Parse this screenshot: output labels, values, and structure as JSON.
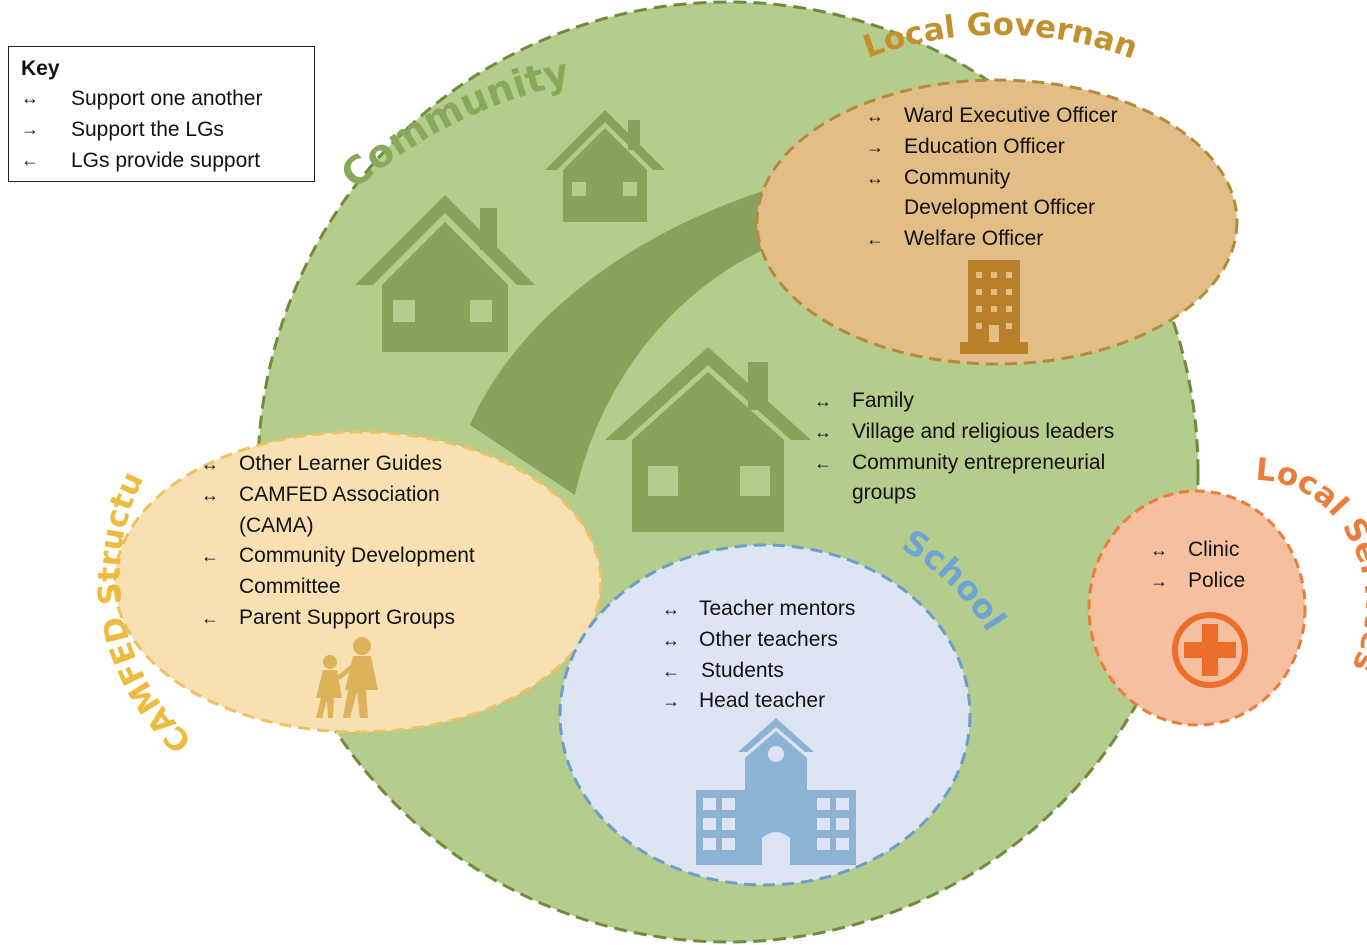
{
  "key": {
    "title": "Key",
    "items": [
      {
        "symbol": "↔",
        "label": "Support one another"
      },
      {
        "symbol": "→",
        "label": "Support the LGs"
      },
      {
        "symbol": "←",
        "label": "LGs provide support"
      }
    ]
  },
  "community": {
    "title": "Community",
    "items": [
      {
        "symbol": "↔",
        "lines": [
          "Family"
        ]
      },
      {
        "symbol": "↔",
        "lines": [
          "Village and religious leaders"
        ]
      },
      {
        "symbol": "←",
        "lines": [
          "Community entrepreneurial",
          "groups"
        ]
      }
    ]
  },
  "local_governance": {
    "title": "Local Governance",
    "items": [
      {
        "symbol": "↔",
        "lines": [
          "Ward Executive Officer"
        ]
      },
      {
        "symbol": "→",
        "lines": [
          "Education Officer"
        ]
      },
      {
        "symbol": "↔",
        "lines": [
          "Community",
          "Development Officer"
        ]
      },
      {
        "symbol": "←",
        "lines": [
          "Welfare Officer"
        ]
      }
    ]
  },
  "camfed_structures": {
    "title": "CAMFED Structures",
    "items": [
      {
        "symbol": "↔",
        "lines": [
          "Other Learner Guides"
        ]
      },
      {
        "symbol": "↔",
        "lines": [
          "CAMFED Association",
          "(CAMA)"
        ]
      },
      {
        "symbol": "←",
        "lines": [
          "Community Development",
          "Committee"
        ]
      },
      {
        "symbol": "←",
        "lines": [
          "Parent Support Groups"
        ]
      }
    ]
  },
  "school": {
    "title": "School",
    "items": [
      {
        "symbol": "↔",
        "lines": [
          "Teacher mentors"
        ]
      },
      {
        "symbol": "↔",
        "lines": [
          "Other teachers"
        ]
      },
      {
        "symbol": "←",
        "lines": [
          "Students"
        ]
      },
      {
        "symbol": "→",
        "lines": [
          "Head teacher"
        ]
      }
    ]
  },
  "local_services": {
    "title": "Local Services",
    "items": [
      {
        "symbol": "↔",
        "lines": [
          "Clinic"
        ]
      },
      {
        "symbol": "→",
        "lines": [
          "Police"
        ]
      }
    ]
  },
  "icons": [
    "house-icon",
    "road-icon",
    "office-building-icon",
    "school-building-icon",
    "family-walking-icon",
    "medical-cross-icon"
  ],
  "colors": {
    "community_fill": "#b4cc8c",
    "community_border": "#6e8c3c",
    "community_dark": "#88a25c",
    "community_title": "#88a95a",
    "governance_fill": "#e2bd86",
    "governance_border": "#b48a3c",
    "governance_title": "#c4902e",
    "building": "#b9802a",
    "camfed_fill": "#f8e0b2",
    "camfed_border": "#eec162",
    "camfed_title": "#eebb3e",
    "family": "#dcb35a",
    "school_fill": "#dde5f4",
    "school_border": "#6c9ecc",
    "school_title": "#6ea4d4",
    "school_building": "#8cb2d4",
    "services_fill": "#f6c0a0",
    "services_border": "#ec7c3a",
    "services_title": "#ec7c3a",
    "cross": "#ec6e2a"
  }
}
